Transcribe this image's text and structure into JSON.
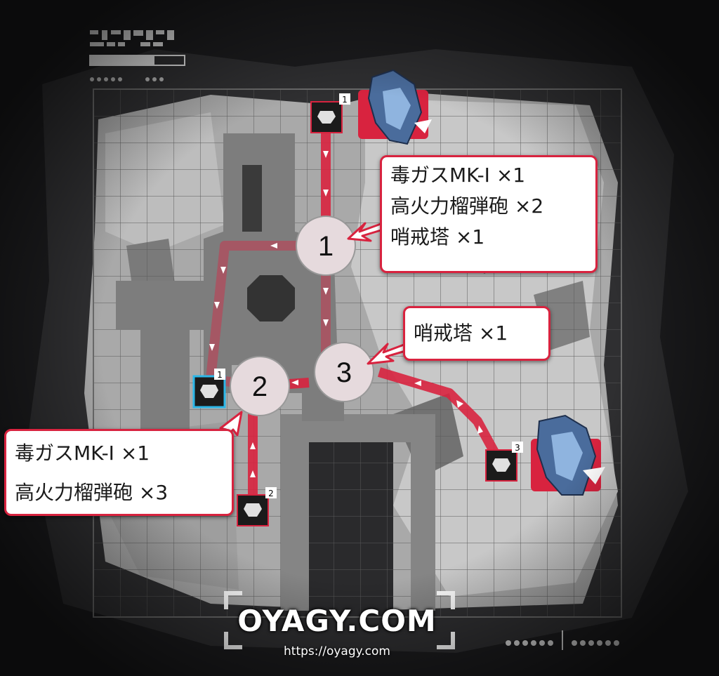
{
  "map": {
    "waypoints": [
      {
        "label": "1"
      },
      {
        "label": "2"
      },
      {
        "label": "3"
      }
    ],
    "spawns": [
      {
        "badge": "1",
        "icon": "enemy-spawn-icon"
      },
      {
        "badge": "1",
        "icon": "friendly-spawn-icon"
      },
      {
        "badge": "2",
        "icon": "enemy-spawn-icon"
      },
      {
        "badge": "3",
        "icon": "enemy-spawn-icon"
      }
    ],
    "boss_icon": "boss-portrait-icon"
  },
  "callouts": [
    {
      "lines": [
        "毒ガスMK-Ⅰ ×1",
        "高火力榴弾砲 ×2",
        "哨戒塔 ×1"
      ]
    },
    {
      "lines": [
        "哨戒塔 ×1"
      ]
    },
    {
      "lines": [
        "毒ガスMK-Ⅰ ×1",
        "高火力榴弾砲 ×3"
      ]
    }
  ],
  "watermark": {
    "text": "OYAGY.COM",
    "url": "https://oyagy.com"
  },
  "colors": {
    "route": "#d8233f",
    "background": "#1c1c1e",
    "floor": "#b8b8b8"
  }
}
